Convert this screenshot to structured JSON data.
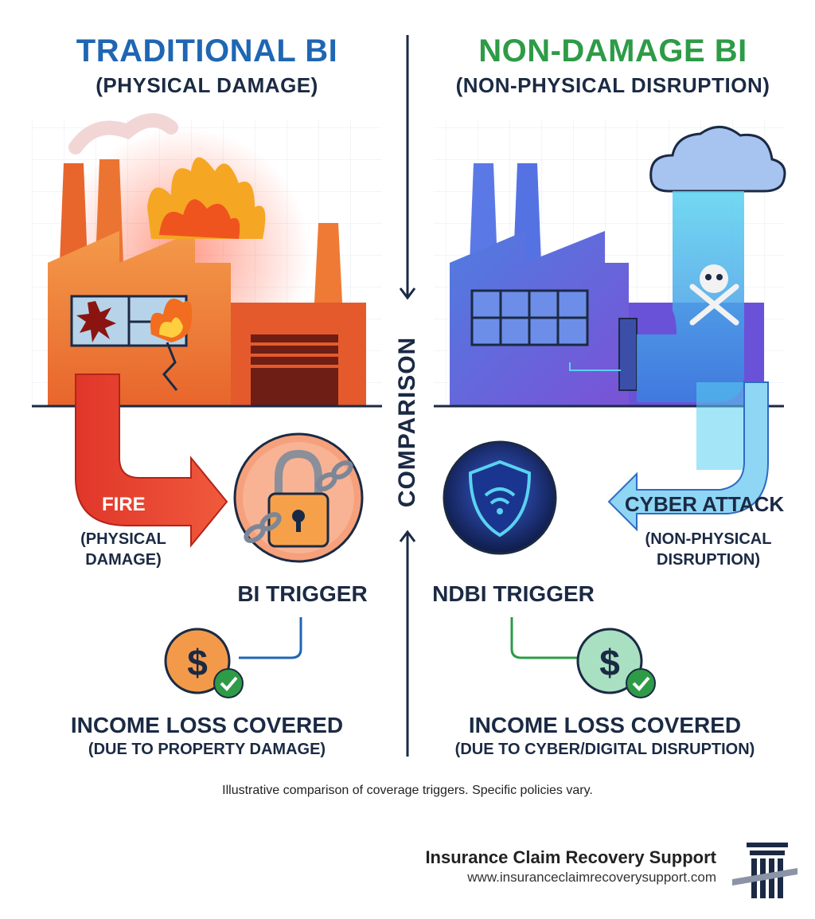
{
  "left": {
    "title": "TRADITIONAL BI",
    "subtitle": "(PHYSICAL DAMAGE)",
    "cause_label": "FIRE",
    "cause_sub_1": "(PHYSICAL",
    "cause_sub_2": "DAMAGE)",
    "trigger": "BI TRIGGER",
    "result_title": "INCOME LOSS COVERED",
    "result_sub": "(DUE TO PROPERTY DAMAGE)",
    "accent": "#1f66b3"
  },
  "right": {
    "title": "NON-DAMAGE BI",
    "subtitle": "(NON-PHYSICAL DISRUPTION)",
    "cause_label": "CYBER ATTACK",
    "cause_sub_1": "(NON-PHYSICAL",
    "cause_sub_2": "DISRUPTION)",
    "trigger": "NDBI TRIGGER",
    "result_title": "INCOME LOSS COVERED",
    "result_sub": "(DUE TO CYBER/DIGITAL DISRUPTION)",
    "accent": "#2e9b47"
  },
  "center_label": "COMPARISON",
  "footnote": "Illustrative comparison of coverage triggers. Specific policies vary.",
  "brand": {
    "name": "Insurance Claim Recovery Support",
    "url": "www.insuranceclaimrecoverysupport.com"
  },
  "icons": [
    "factory-fire-icon",
    "padlock-chain-icon",
    "dollar-check-icon",
    "factory-cyber-icon",
    "cloud-icon",
    "skull-crossbones-icon",
    "shield-wifi-icon",
    "pillar-logo-icon"
  ]
}
